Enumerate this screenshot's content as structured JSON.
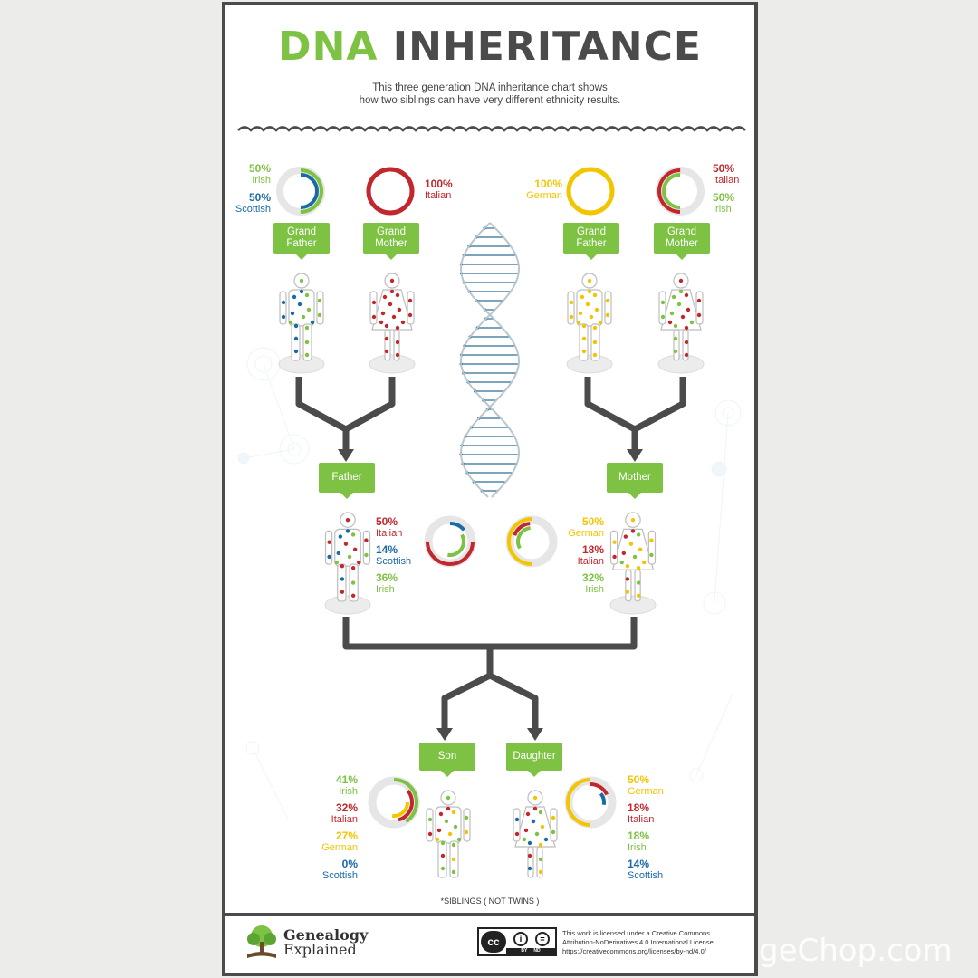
{
  "title": {
    "part1": "DNA",
    "part2": "INHERITANCE"
  },
  "subtitle": {
    "line1": "This three generation DNA inheritance chart shows",
    "line2": "how two siblings can have very different ethnicity results."
  },
  "colors": {
    "irish": "#7dc242",
    "scottish": "#1a6aa6",
    "italian": "#c1272d",
    "german": "#f2c500",
    "dark": "#4b4b4b"
  },
  "gp1": {
    "label_line1": "Grand",
    "label_line2": "Father",
    "pct1": "50%",
    "eth1": "Irish",
    "pct2": "50%",
    "eth2": "Scottish"
  },
  "gm1": {
    "label_line1": "Grand",
    "label_line2": "Mother",
    "pct1": "100%",
    "eth1": "Italian"
  },
  "gp2": {
    "label_line1": "Grand",
    "label_line2": "Father",
    "pct1": "100%",
    "eth1": "German"
  },
  "gm2": {
    "label_line1": "Grand",
    "label_line2": "Mother",
    "pct1": "50%",
    "eth1": "Italian",
    "pct2": "50%",
    "eth2": "Irish"
  },
  "father": {
    "label": "Father",
    "pct1": "50%",
    "eth1": "Italian",
    "pct2": "14%",
    "eth2": "Scottish",
    "pct3": "36%",
    "eth3": "Irish"
  },
  "mother": {
    "label": "Mother",
    "pct1": "50%",
    "eth1": "German",
    "pct2": "18%",
    "eth2": "Italian",
    "pct3": "32%",
    "eth3": "Irish"
  },
  "son": {
    "label": "Son",
    "pct1": "41%",
    "eth1": "Irish",
    "pct2": "32%",
    "eth2": "Italian",
    "pct3": "27%",
    "eth3": "German",
    "pct4": "0%",
    "eth4": "Scottish"
  },
  "daughter": {
    "label": "Daughter",
    "pct1": "50%",
    "eth1": "German",
    "pct2": "18%",
    "eth2": "Italian",
    "pct3": "18%",
    "eth3": "Irish",
    "pct4": "14%",
    "eth4": "Scottish"
  },
  "note": "*SIBLINGS ( NOT TWINS )",
  "footer": {
    "brand_line1": "Genealogy",
    "brand_line2": "Explained",
    "cc_label": "cc",
    "cc_by": "BY",
    "cc_nd": "ND",
    "license_line1": "This work is licensed under a Creative Commons",
    "license_line2": "Attribution-NoDerivatives 4.0 International License.",
    "license_line3": "https://creativecommons.org/licenses/by-nd/4.0/"
  },
  "watermark": "geChop.com"
}
